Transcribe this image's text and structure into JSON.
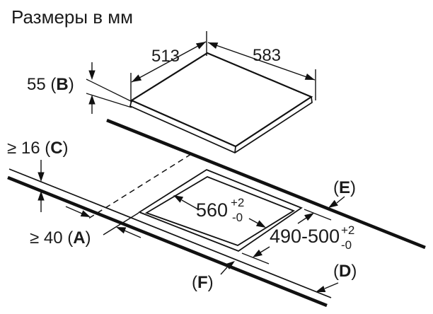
{
  "title": "Размеры в мм",
  "colors": {
    "ink": "#111111",
    "background": "#ffffff"
  },
  "dimensions": {
    "hob_top_width": "513",
    "hob_top_depth": "583",
    "hob_height": {
      "pre": "55 (",
      "letter": "B",
      "post": ")"
    },
    "worktop_thickness": {
      "pre": "≥ 16 (",
      "letter": "C",
      "post": ")"
    },
    "side_clearance": {
      "pre": "≥ 40 (",
      "letter": "A",
      "post": ")"
    },
    "cutout_width": {
      "value": "560",
      "tol_plus": "+2",
      "tol_minus": "-0"
    },
    "cutout_depth": {
      "value": "490-500",
      "tol_plus": "+2",
      "tol_minus": "-0"
    }
  },
  "labels": {
    "e": {
      "pre": "(",
      "letter": "E",
      "post": ")"
    },
    "d": {
      "pre": "(",
      "letter": "D",
      "post": ")"
    },
    "f": {
      "pre": "(",
      "letter": "F",
      "post": ")"
    }
  }
}
